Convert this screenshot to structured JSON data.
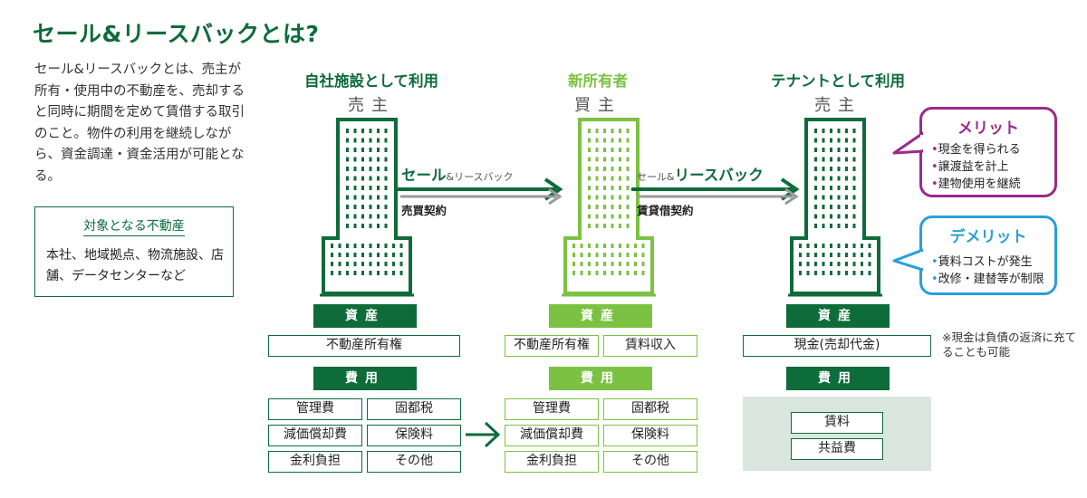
{
  "title": "セール&リースバックとは?",
  "intro": "セール&リースバックとは、売主が所有・使用中の不動産を、売却すると同時に期間を定めて賃借する取引のこと。物件の利用を継続しながら、資金調達・資金活用が可能となる。",
  "target_box": {
    "title": "対象となる不動産",
    "text": "本社、地域拠点、物流施設、店舗、データセンターなど"
  },
  "columns": {
    "seller": {
      "heading": "自社施設として利用",
      "role": "売主",
      "assets_label": "資産",
      "assets": [
        "不動産所有権"
      ],
      "expense_label": "費用",
      "expenses": [
        "管理費",
        "固都税",
        "減価償却費",
        "保険料",
        "金利負担",
        "その他"
      ]
    },
    "buyer": {
      "heading": "新所有者",
      "role": "買主",
      "assets_label": "資産",
      "assets": [
        "不動産所有権",
        "賃料収入"
      ],
      "expense_label": "費用",
      "expenses": [
        "管理費",
        "固都税",
        "減価償却費",
        "保険料",
        "金利負担",
        "その他"
      ]
    },
    "tenant": {
      "heading": "テナントとして利用",
      "role": "売主",
      "assets_label": "資産",
      "assets": [
        "現金(売却代金)"
      ],
      "expense_label": "費用",
      "expenses": [
        "賃料",
        "共益費"
      ]
    }
  },
  "arrows": {
    "sale": {
      "big": "セール",
      "small": "&リースバック",
      "contract": "売買契約"
    },
    "lease": {
      "small": "セール&",
      "big": "リースバック",
      "contract": "賃貸借契約"
    }
  },
  "merits": {
    "title": "メリット",
    "items": [
      "現金を得られる",
      "譲渡益を計上",
      "建物使用を継続"
    ]
  },
  "demerits": {
    "title": "デメリット",
    "items": [
      "賃料コストが発生",
      "改修・建替等が制限"
    ]
  },
  "note": "※現金は負債の返済に充てることも可能",
  "colors": {
    "dark_green": "#0e6b3a",
    "light_green": "#7cc242",
    "merit": "#9b2a8a",
    "demerit": "#2aa0d8",
    "tenant_expense_bg": "#d9e6df"
  }
}
